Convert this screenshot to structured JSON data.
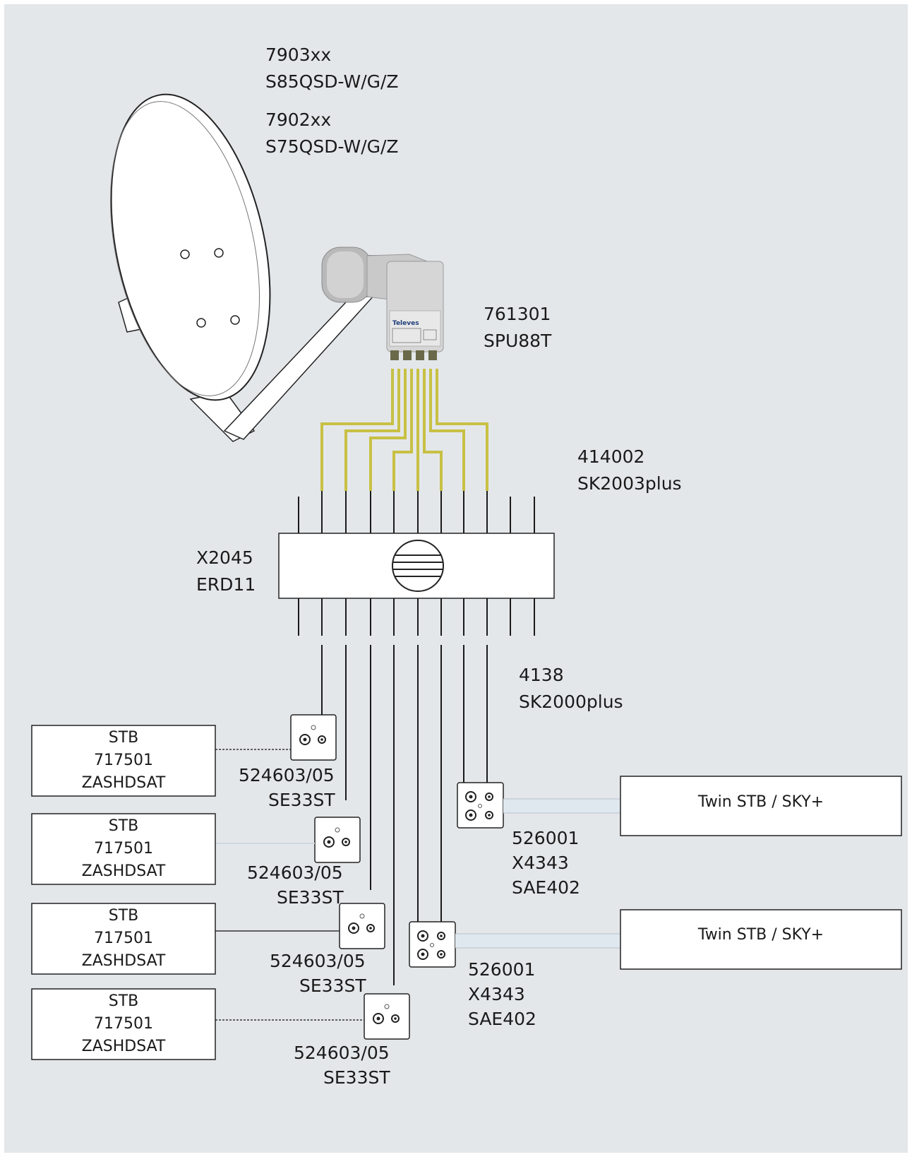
{
  "colors": {
    "background": "#e4e7ea",
    "frame": "#ffffff",
    "wire": "#1a1a1a",
    "lnb_output_cable": "#c8c044",
    "twin_cable": "#dfe7ef"
  },
  "icons": {
    "dish": "satellite-dish-icon",
    "lnb": "lnb-icon",
    "multiswitch_logo": "grille-circle-icon",
    "socket": "coax-socket-icon"
  },
  "dish": {
    "model1_code": "7903xx",
    "model1_name": "S85QSD-W/G/Z",
    "model2_code": "7902xx",
    "model2_name": "S75QSD-W/G/Z"
  },
  "lnb": {
    "code": "761301",
    "name": "SPU88T",
    "brand": "Televes"
  },
  "cable_in": {
    "code": "414002",
    "name": "SK2003plus"
  },
  "multiswitch": {
    "code": "X2045",
    "name": "ERD11"
  },
  "cable_out": {
    "code": "4138",
    "name": "SK2000plus"
  },
  "stb": [
    {
      "line1": "STB",
      "line2": "717501",
      "line3": "ZASHDSAT"
    },
    {
      "line1": "STB",
      "line2": "717501",
      "line3": "ZASHDSAT"
    },
    {
      "line1": "STB",
      "line2": "717501",
      "line3": "ZASHDSAT"
    },
    {
      "line1": "STB",
      "line2": "717501",
      "line3": "ZASHDSAT"
    }
  ],
  "sockets": [
    {
      "code": "524603/05",
      "name": "SE33ST"
    },
    {
      "code": "524603/05",
      "name": "SE33ST"
    },
    {
      "code": "524603/05",
      "name": "SE33ST"
    },
    {
      "code": "524603/05",
      "name": "SE33ST"
    }
  ],
  "twin_sockets": [
    {
      "code": "526001",
      "alt": "X4343",
      "name": "SAE402"
    },
    {
      "code": "526001",
      "alt": "X4343",
      "name": "SAE402"
    }
  ],
  "twin_stb": [
    {
      "label": "Twin STB / SKY+"
    },
    {
      "label": "Twin STB / SKY+"
    }
  ]
}
